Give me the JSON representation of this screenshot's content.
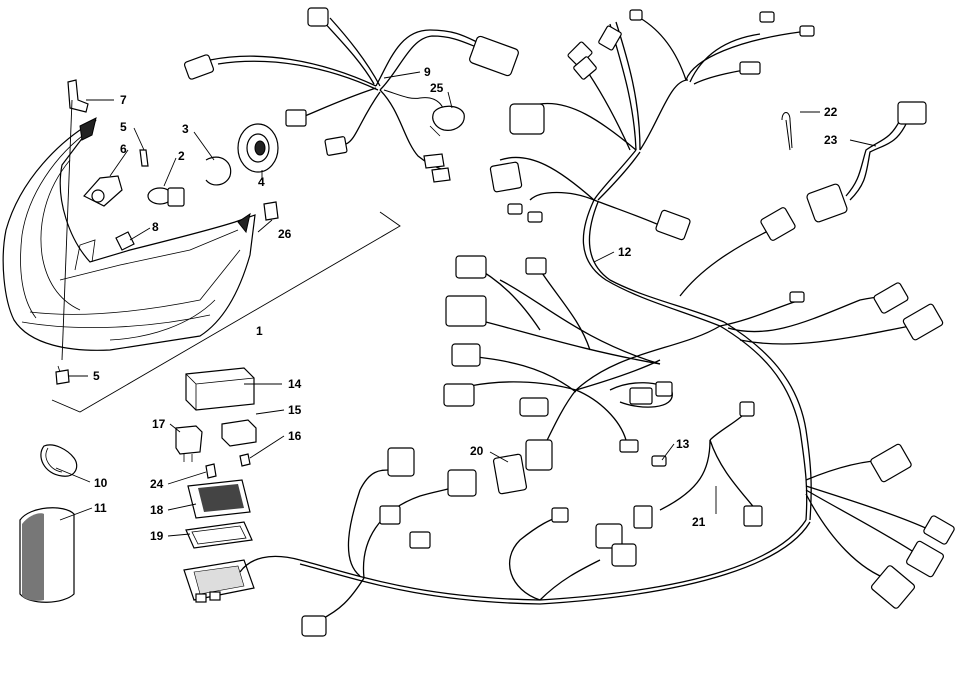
{
  "diagram": {
    "callouts": [
      {
        "id": "c1",
        "text": "1"
      },
      {
        "id": "c2",
        "text": "2"
      },
      {
        "id": "c3",
        "text": "3"
      },
      {
        "id": "c4",
        "text": "4"
      },
      {
        "id": "c5a",
        "text": "5"
      },
      {
        "id": "c5b",
        "text": "5"
      },
      {
        "id": "c6",
        "text": "6"
      },
      {
        "id": "c7",
        "text": "7"
      },
      {
        "id": "c8",
        "text": "8"
      },
      {
        "id": "c9",
        "text": "9"
      },
      {
        "id": "c10",
        "text": "10"
      },
      {
        "id": "c11",
        "text": "11"
      },
      {
        "id": "c12",
        "text": "12"
      },
      {
        "id": "c13",
        "text": "13"
      },
      {
        "id": "c14",
        "text": "14"
      },
      {
        "id": "c15",
        "text": "15"
      },
      {
        "id": "c16",
        "text": "16"
      },
      {
        "id": "c17",
        "text": "17"
      },
      {
        "id": "c18",
        "text": "18"
      },
      {
        "id": "c19",
        "text": "19"
      },
      {
        "id": "c20",
        "text": "20"
      },
      {
        "id": "c21",
        "text": "21"
      },
      {
        "id": "c22",
        "text": "22"
      },
      {
        "id": "c23",
        "text": "23"
      },
      {
        "id": "c24",
        "text": "24"
      },
      {
        "id": "c25",
        "text": "25"
      },
      {
        "id": "c26",
        "text": "26"
      }
    ]
  }
}
